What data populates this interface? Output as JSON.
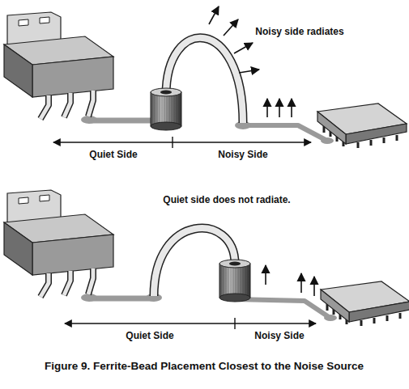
{
  "diagram": {
    "caption": "Figure 9.  Ferrite-Bead Placement Closest to the Noise Source",
    "labels": [
      "Noisy side radiates",
      "Quiet Side",
      "Noisy Side",
      "Quiet side does not radiate.",
      "Quiet Side",
      "Noisy Side"
    ]
  }
}
